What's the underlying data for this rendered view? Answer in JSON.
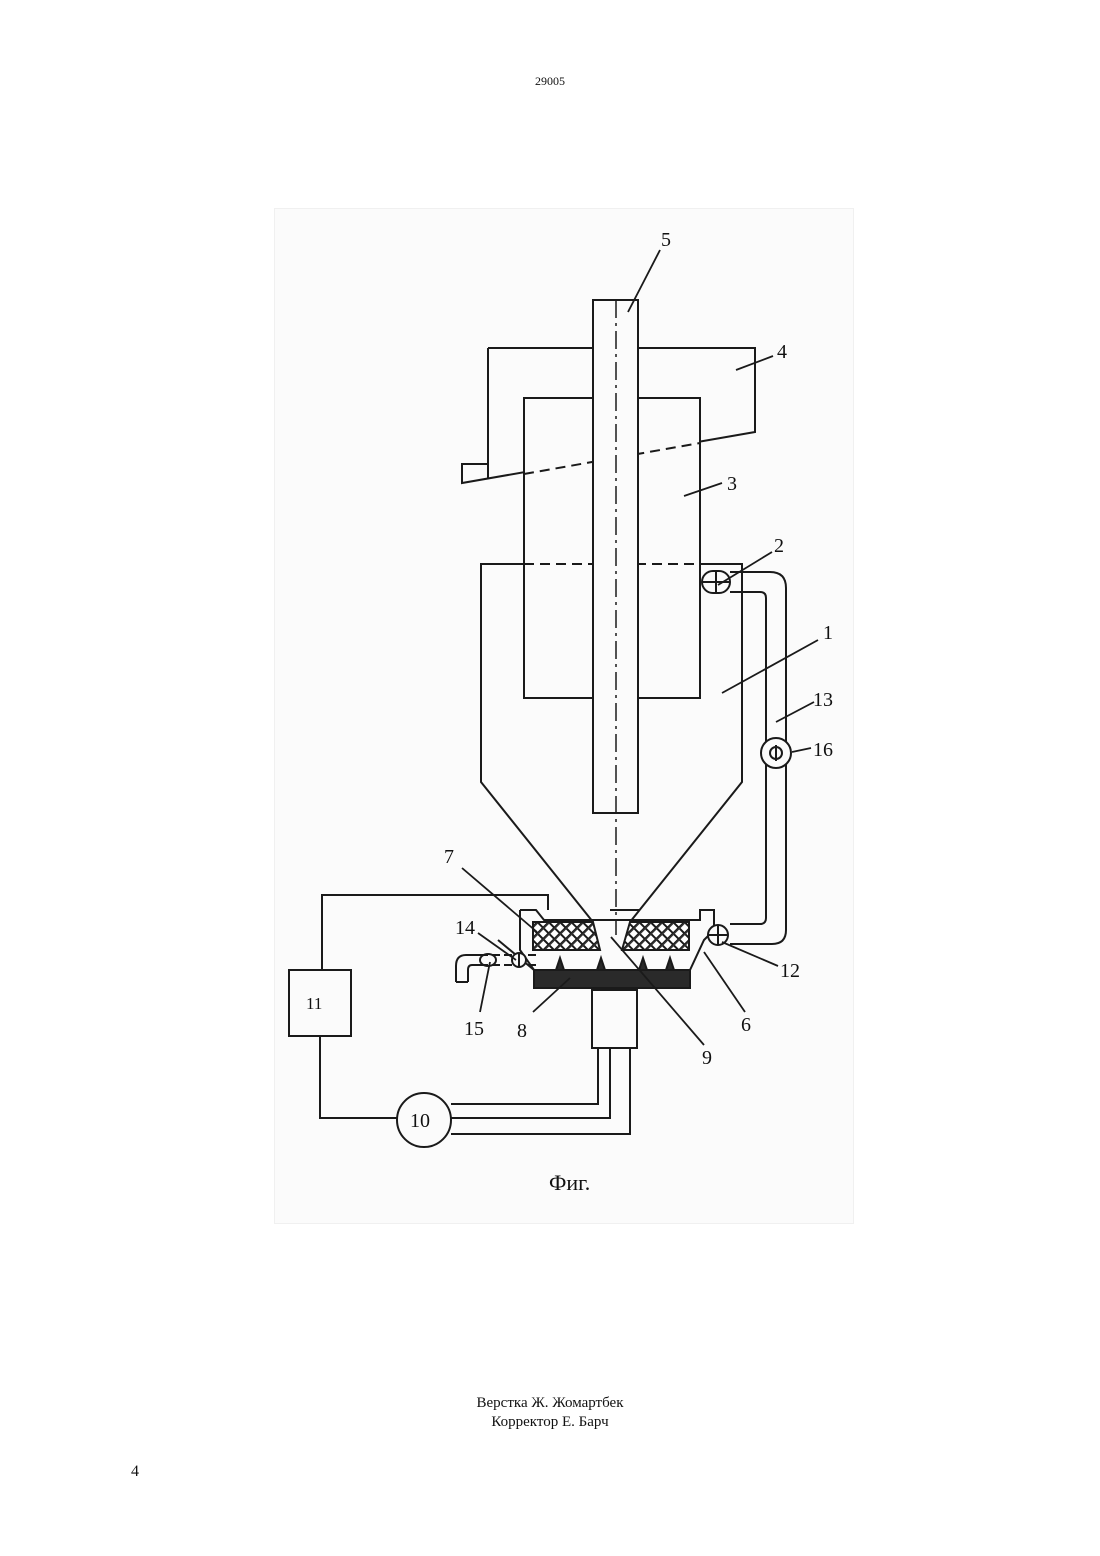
{
  "header": {
    "doc_number": "29005"
  },
  "figure": {
    "caption": "Фиг.",
    "labels": {
      "l1": "1",
      "l2": "2",
      "l3": "3",
      "l4": "4",
      "l5": "5",
      "l6": "6",
      "l7": "7",
      "l8": "8",
      "l9": "9",
      "l10": "10",
      "l11": "11",
      "l12": "12",
      "l13": "13",
      "l14": "14",
      "l15": "15",
      "l16": "16"
    },
    "colors": {
      "line": "#1a1a1a",
      "hatch_fill": "#555555",
      "dark_plate": "#2a2a2a"
    }
  },
  "footer": {
    "layout_credit": "Верстка Ж. Жомартбек",
    "proof_credit": "Корректор Е. Барч",
    "sheet_number": "4"
  }
}
